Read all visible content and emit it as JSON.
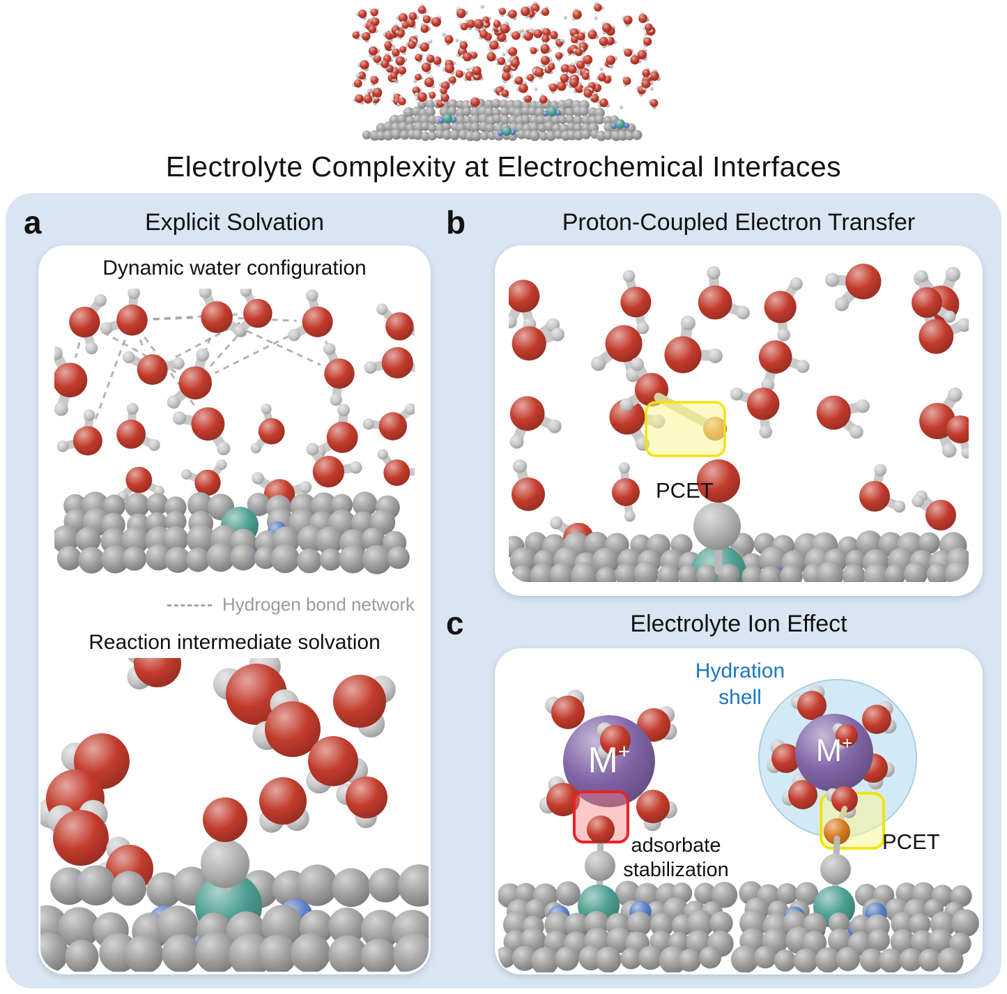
{
  "title": "Electrolyte Complexity at Electrochemical Interfaces",
  "panels": {
    "a": {
      "label": "a",
      "heading": "Explicit Solvation",
      "subpanel_top_title": "Dynamic water configuration",
      "legend_label": "Hydrogen bond network",
      "subpanel_bottom_title": "Reaction intermediate solvation"
    },
    "b": {
      "label": "b",
      "heading": "Proton-Coupled Electron Transfer",
      "pcet_label": "PCET"
    },
    "c": {
      "label": "c",
      "heading": "Electrolyte Ion Effect",
      "hydration_line1": "Hydration",
      "hydration_line2": "shell",
      "cation_symbol": "M",
      "cation_charge": "+",
      "adsorbate_line1": "adsorbate",
      "adsorbate_line2": "stabilization",
      "pcet_label": "PCET"
    }
  },
  "colors": {
    "page_bg": "#ffffff",
    "panel_bg": "#d9e5f2",
    "card_bg": "#ffffff",
    "oxygen_red": "#c23b2c",
    "hydrogen_gray": "#c9c9c9",
    "surface_gray": "#9f9f9f",
    "adsorbate_carbon_gray": "#b3b3b3",
    "nitrogen_blue": "#5b7fc7",
    "metal_teal": "#4d9f92",
    "cation_purple": "#8166a8",
    "proton_orange": "#d97b22",
    "hbond_dash_gray": "#a6a6a6",
    "transfer_bond_tan": "#d6d2a0",
    "highlight_yellow": "#f2e30e",
    "highlight_yellow_fill": "rgba(250,244,150,0.55)",
    "highlight_red": "#ec2027",
    "highlight_red_fill": "rgba(246,130,130,0.45)",
    "hydration_shell_fill": "#cfe9f7",
    "hydration_shell_stroke": "#a5cbdd",
    "hydration_text_blue": "#1b76c0",
    "legend_text_gray": "#9b9b9b",
    "text_black": "#111111"
  }
}
